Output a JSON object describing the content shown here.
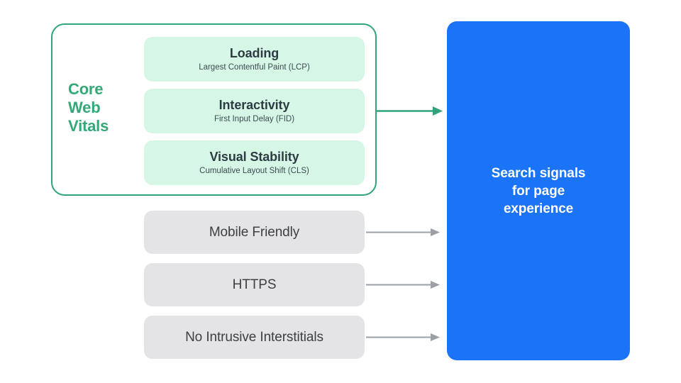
{
  "diagram": {
    "title": "Search signals for page experience",
    "background_color": "#ffffff",
    "core_web_vitals": {
      "group_label": "Core\nWeb\nVitals",
      "group_label_color": "#35a877",
      "border_color": "#30a47a",
      "card_fill_color": "#d7f7e6",
      "metrics": [
        {
          "title": "Loading",
          "subtitle": "Largest Contentful Paint (LCP)",
          "abbreviation": "LCP"
        },
        {
          "title": "Interactivity",
          "subtitle": "First Input Delay (FID)",
          "abbreviation": "FID"
        },
        {
          "title": "Visual Stability",
          "subtitle": "Cumulative Layout Shift (CLS)",
          "abbreviation": "CLS"
        }
      ]
    },
    "other_signals": {
      "box_fill_color": "#e4e4e6",
      "text_color": "#3c4043",
      "items": [
        {
          "label": "Mobile Friendly"
        },
        {
          "label": "HTTPS"
        },
        {
          "label": "No Intrusive Interstitials"
        }
      ]
    },
    "destination": {
      "label": "Search signals\nfor page\nexperience",
      "fill_color": "#1b74f8",
      "text_color": "#ffffff"
    },
    "arrows": {
      "core_web_vitals_arrow_color": "#30a47a",
      "signal_arrow_color": "#9aa0a6"
    }
  }
}
